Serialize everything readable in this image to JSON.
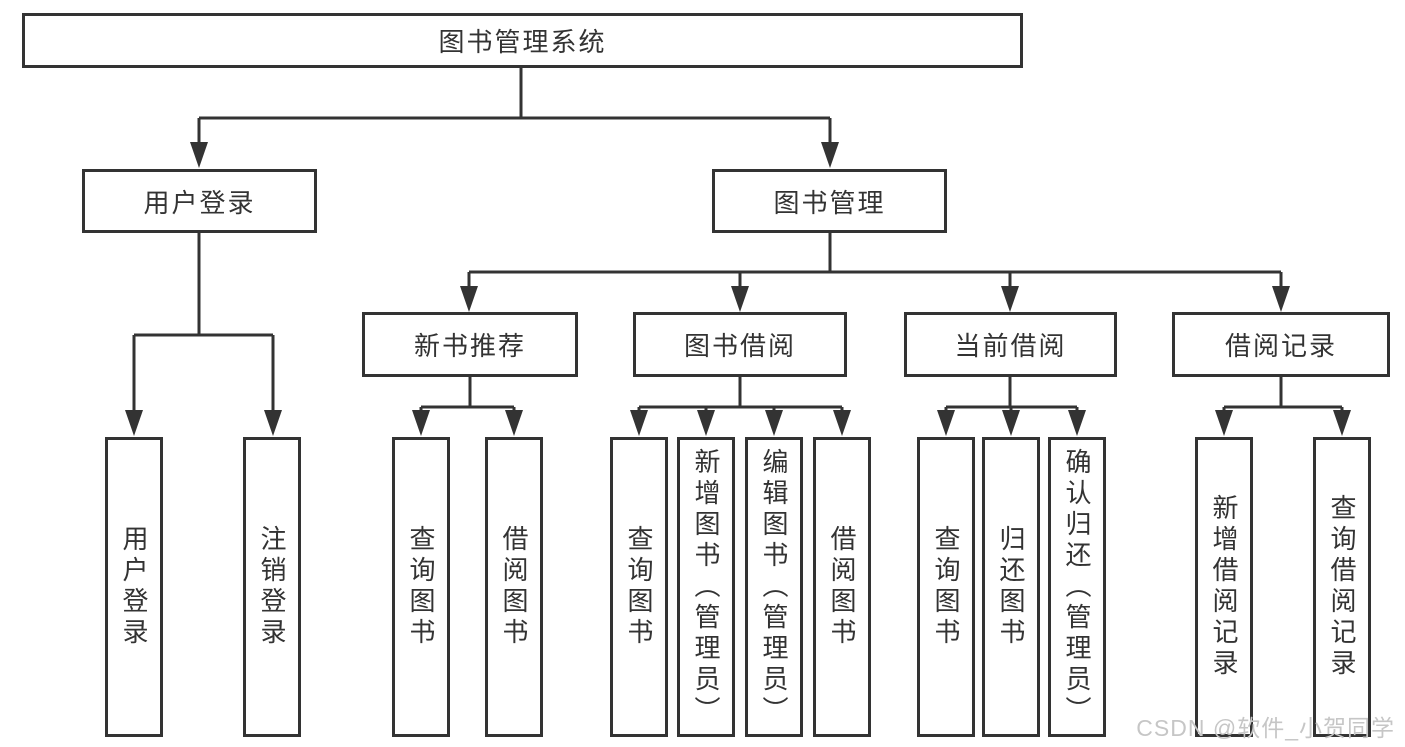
{
  "diagram_title": "图书管理系统",
  "tree": {
    "label": "图书管理系统",
    "children": [
      {
        "label": "用户登录",
        "children": [
          {
            "label": "用户登录"
          },
          {
            "label": "注销登录"
          }
        ]
      },
      {
        "label": "图书管理",
        "children": [
          {
            "label": "新书推荐",
            "children": [
              {
                "label": "查询图书"
              },
              {
                "label": "借阅图书"
              }
            ]
          },
          {
            "label": "图书借阅",
            "children": [
              {
                "label": "查询图书"
              },
              {
                "label": "新增图书（管理员）"
              },
              {
                "label": "编辑图书（管理员）"
              },
              {
                "label": "借阅图书"
              }
            ]
          },
          {
            "label": "当前借阅",
            "children": [
              {
                "label": "查询图书"
              },
              {
                "label": "归还图书"
              },
              {
                "label": "确认归还（管理员）"
              }
            ]
          },
          {
            "label": "借阅记录",
            "children": [
              {
                "label": "新增借阅记录"
              },
              {
                "label": "查询借阅记录"
              }
            ]
          }
        ]
      }
    ]
  },
  "watermark": {
    "text": "CSDN @软件_小贺同学"
  },
  "colors": {
    "line": "#333333",
    "box_border": "#333333",
    "text": "#333333",
    "watermark": "#c6c6c6",
    "background": "#ffffff"
  }
}
